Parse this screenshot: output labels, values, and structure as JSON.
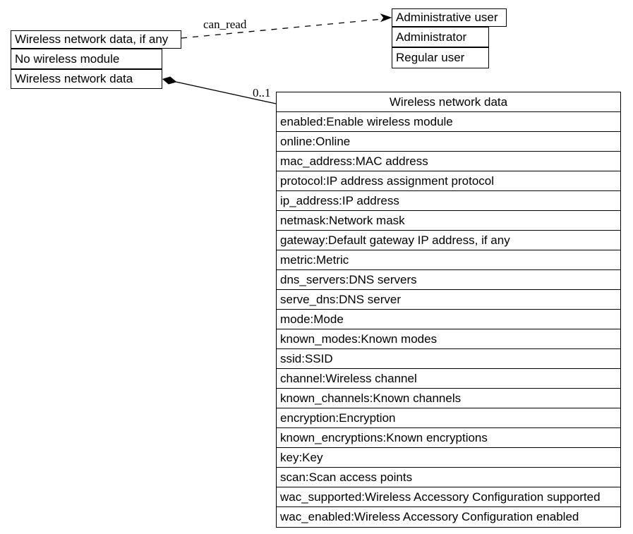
{
  "diagram": {
    "left_nodes": [
      {
        "label": "Wireless network data, if any"
      },
      {
        "label": "No wireless module"
      },
      {
        "label": "Wireless network data"
      }
    ],
    "right_nodes": [
      {
        "label": "Administrative user"
      },
      {
        "label": "Administrator"
      },
      {
        "label": "Regular user"
      }
    ],
    "edges": {
      "can_read": {
        "label": "can_read",
        "style": "dashed",
        "arrowhead": "vee",
        "from": "Wireless network data, if any",
        "to": "Administrative user"
      },
      "aggregation": {
        "multiplicity": "0..1",
        "style": "solid",
        "tail": "filled-diamond",
        "from": "Wireless network data",
        "to": "Wireless network data (class table)"
      }
    },
    "class_table": {
      "title": "Wireless network data",
      "attributes": [
        "enabled:Enable wireless module",
        "online:Online",
        "mac_address:MAC address",
        "protocol:IP address assignment protocol",
        "ip_address:IP address",
        "netmask:Network mask",
        "gateway:Default gateway IP address, if any",
        "metric:Metric",
        "dns_servers:DNS servers",
        "serve_dns:DNS server",
        "mode:Mode",
        "known_modes:Known modes",
        "ssid:SSID",
        "channel:Wireless channel",
        "known_channels:Known channels",
        "encryption:Encryption",
        "known_encryptions:Known encryptions",
        "key:Key",
        "scan:Scan access points",
        "wac_supported:Wireless Accessory Configuration supported",
        "wac_enabled:Wireless Accessory Configuration enabled"
      ]
    },
    "colors": {
      "line": "#000000",
      "text": "#000000",
      "background": "#ffffff"
    }
  }
}
